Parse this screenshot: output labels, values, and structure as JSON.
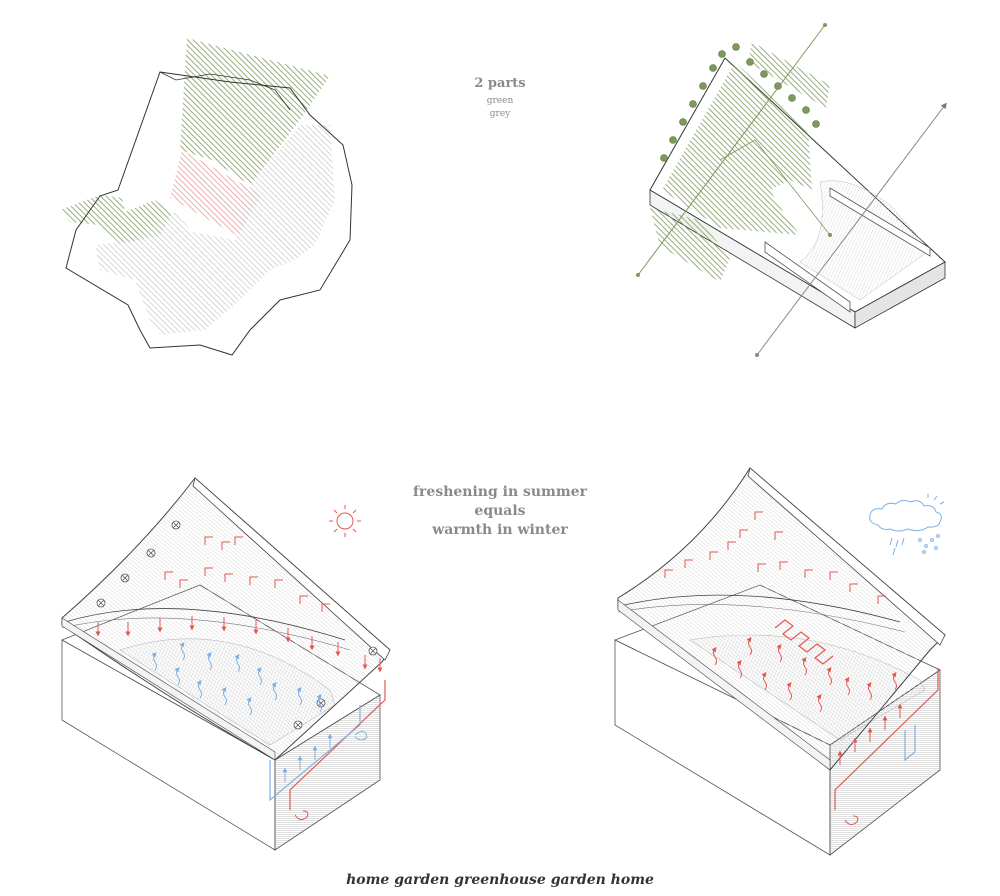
{
  "labels": {
    "parts_title": "2 parts",
    "parts_green": "green",
    "parts_grey": "grey",
    "climate_line1": "freshening in summer",
    "climate_line2": "equals",
    "climate_line3": "warmth in winter",
    "caption": "home garden greenhouse garden home"
  },
  "colors": {
    "green": "#7d9a5c",
    "grey": "#c4c4c4",
    "pink": "#e98e8e",
    "red": "#e2584f",
    "blue": "#7fb0e2",
    "outline": "#333333"
  },
  "icons": {
    "sun": "sun-icon",
    "cloud": "cloud-rain-icon",
    "tree": "tree-icon",
    "fan": "fan-icon"
  }
}
